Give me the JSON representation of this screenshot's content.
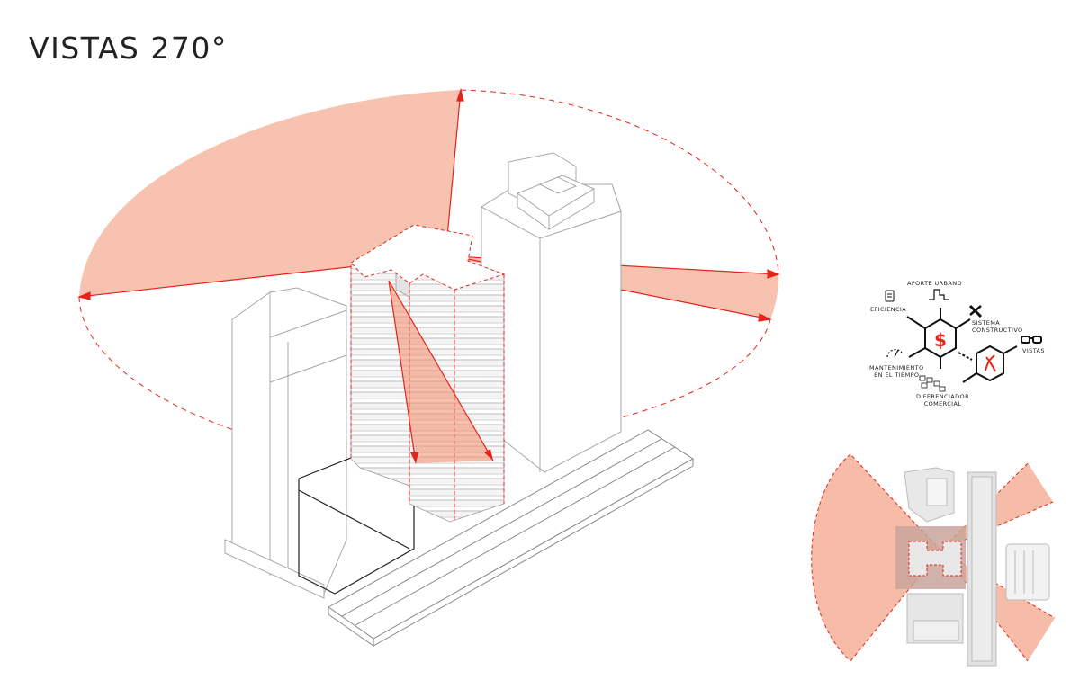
{
  "title": "VISTAS 270°",
  "diagram": {
    "accent_color": "#f28a6a",
    "line_color": "#e5231b",
    "criteria": [
      {
        "key": "aporte_urbano",
        "label": "APORTE URBANO",
        "icon": "step-signal-icon"
      },
      {
        "key": "eficiencia",
        "label": "EFICIENCIA",
        "icon": "calculator-icon"
      },
      {
        "key": "sistema",
        "label_1": "SISTEMA",
        "label_2": "CONSTRUCTIVO",
        "icon": "hammer-icon"
      },
      {
        "key": "mantenimiento",
        "label_1": "MANTENIMIENTO",
        "label_2": "EN EL TIEMPO",
        "icon": "gauge-icon"
      },
      {
        "key": "diferenciador",
        "label_1": "DIFERENCIADOR",
        "label_2": "COMERCIAL",
        "icon": "cubes-icon"
      },
      {
        "key": "vistas",
        "label": "VISTAS",
        "icon": "glasses-icon"
      }
    ],
    "center_symbol": "$"
  }
}
